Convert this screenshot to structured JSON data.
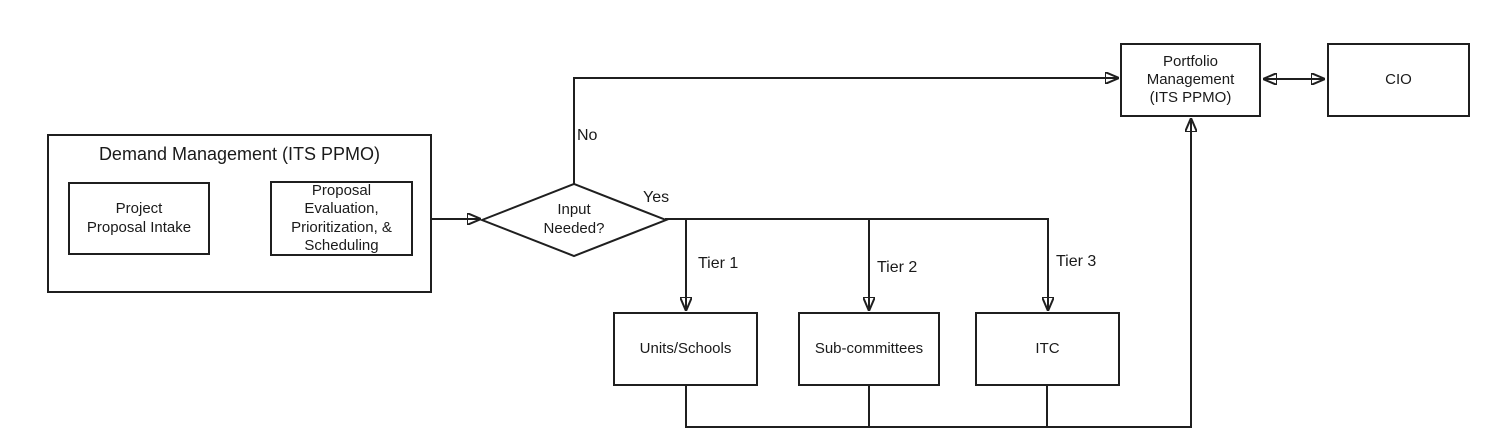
{
  "diagram": {
    "group": {
      "title": "Demand Management (ITS PPMO)"
    },
    "nodes": {
      "intake": "Project Proposal Intake",
      "evaluation": "Proposal Evaluation, Prioritization, & Scheduling",
      "decision": "Input Needed?",
      "units": "Units/Schools",
      "subcommittees": "Sub-committees",
      "itc": "ITC",
      "portfolio": "Portfolio Management (ITS PPMO)",
      "cio": "CIO"
    },
    "edge_labels": {
      "no": "No",
      "yes": "Yes",
      "tier1": "Tier 1",
      "tier2": "Tier 2",
      "tier3": "Tier 3"
    },
    "colors": {
      "line": "#1f1f1f",
      "background": "#ffffff"
    }
  }
}
